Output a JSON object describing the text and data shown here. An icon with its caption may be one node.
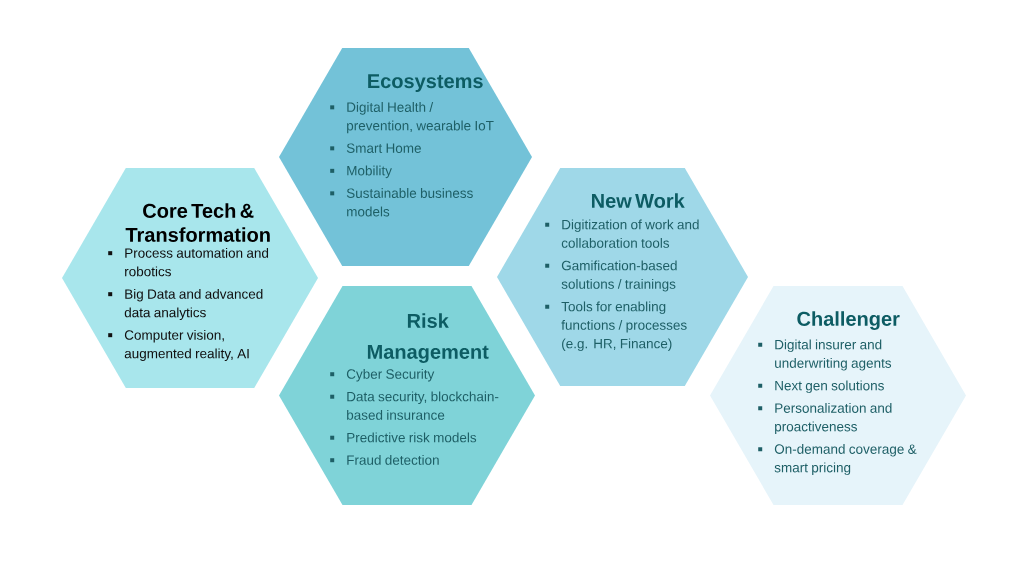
{
  "diagram": {
    "nodes": [
      {
        "text": [
          "Ecosystems",
          "Digital Health / prevention, wearable IoT",
          "Smart Home",
          "Mobility",
          "Sustainable business models"
        ]
      },
      {
        "text": [
          "Core Tech & Transformation",
          "Process automation and robotics",
          "Big Data and advanced data analytics",
          "Computer vision, augmented reality, AI"
        ]
      },
      {
        "text": [
          "New Work",
          "Digitization of work and collaboration tools",
          "Gamification-based solutions / trainings",
          "Tools for enabling functions / processes (e.g. HR, Finance)"
        ]
      },
      {
        "text": [
          "Risk Management",
          "Cyber Security",
          "Data security, blockchain-based insurance",
          "Predictive risk models",
          "Fraud detection"
        ]
      },
      {
        "text": [
          "Challenger",
          "Digital insurer and underwriting agents",
          "Next gen solutions",
          "Personalization and proactiveness",
          "On-demand coverage & smart pricing"
        ]
      }
    ]
  }
}
